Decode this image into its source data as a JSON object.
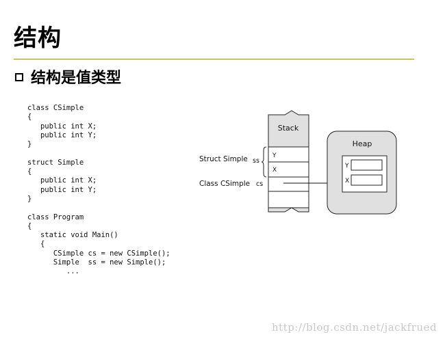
{
  "slide": {
    "title": "结构",
    "bullet": "结构是值类型"
  },
  "code_lines": [
    "class CSimple",
    "{",
    "   public int X;",
    "   public int Y;",
    "}",
    "",
    "struct Simple",
    "{",
    "   public int X;",
    "   public int Y;",
    "}",
    "",
    "class Program",
    "{",
    "   static void Main()",
    "   {",
    "      CSimple cs = new CSimple();",
    "      Simple  ss = new Simple();",
    "         ..."
  ],
  "diagram": {
    "stack_label": "Stack",
    "heap_label": "Heap",
    "stack_y": "Y",
    "stack_x": "X",
    "struct_label": "Struct Simple",
    "struct_var": "ss",
    "class_label": "Class CSimple",
    "class_var": "cs",
    "heap_y": "Y",
    "heap_x": "X"
  },
  "watermark": "http://blog.csdn.net/jackfrued"
}
